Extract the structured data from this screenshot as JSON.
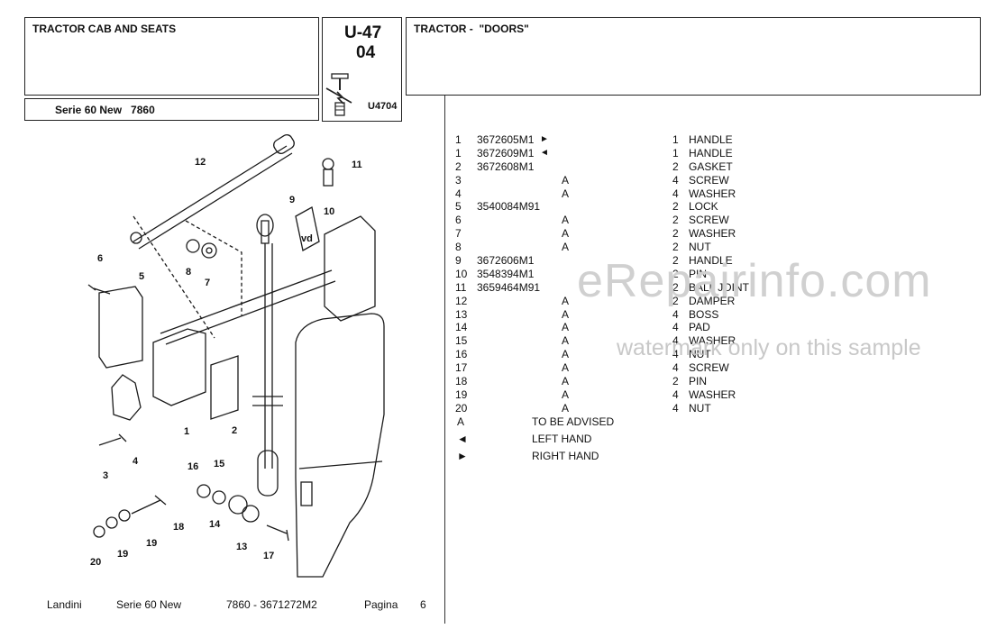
{
  "header": {
    "left_title": "TRACTOR CAB AND SEATS",
    "series": "Serie 60 New   7860",
    "group_code": "U-47",
    "group_sub": "04",
    "image_code": "U4704",
    "right_title": "TRACTOR -  \"DOORS\""
  },
  "parts": [
    {
      "no": "1",
      "ref": "3672605M1",
      "mark": "►",
      "a": "",
      "qty": "1",
      "desc": "HANDLE"
    },
    {
      "no": "1",
      "ref": "3672609M1",
      "mark": "◄",
      "a": "",
      "qty": "1",
      "desc": "HANDLE"
    },
    {
      "no": "2",
      "ref": "3672608M1",
      "mark": "",
      "a": "",
      "qty": "2",
      "desc": "GASKET"
    },
    {
      "no": "3",
      "ref": "",
      "mark": "",
      "a": "A",
      "qty": "4",
      "desc": "SCREW"
    },
    {
      "no": "4",
      "ref": "",
      "mark": "",
      "a": "A",
      "qty": "4",
      "desc": "WASHER"
    },
    {
      "no": "5",
      "ref": "3540084M91",
      "mark": "",
      "a": "",
      "qty": "2",
      "desc": "LOCK"
    },
    {
      "no": "6",
      "ref": "",
      "mark": "",
      "a": "A",
      "qty": "2",
      "desc": "SCREW"
    },
    {
      "no": "7",
      "ref": "",
      "mark": "",
      "a": "A",
      "qty": "2",
      "desc": "WASHER"
    },
    {
      "no": "8",
      "ref": "",
      "mark": "",
      "a": "A",
      "qty": "2",
      "desc": "NUT"
    },
    {
      "no": "9",
      "ref": "3672606M1",
      "mark": "",
      "a": "",
      "qty": "2",
      "desc": "HANDLE"
    },
    {
      "no": "10",
      "ref": "3548394M1",
      "mark": "",
      "a": "",
      "qty": "2",
      "desc": "PIN"
    },
    {
      "no": "11",
      "ref": "3659464M91",
      "mark": "",
      "a": "",
      "qty": "2",
      "desc": "BALL JOINT"
    },
    {
      "no": "12",
      "ref": "",
      "mark": "",
      "a": "A",
      "qty": "2",
      "desc": "DAMPER"
    },
    {
      "no": "13",
      "ref": "",
      "mark": "",
      "a": "A",
      "qty": "4",
      "desc": "BOSS"
    },
    {
      "no": "14",
      "ref": "",
      "mark": "",
      "a": "A",
      "qty": "4",
      "desc": "PAD"
    },
    {
      "no": "15",
      "ref": "",
      "mark": "",
      "a": "A",
      "qty": "4",
      "desc": "WASHER"
    },
    {
      "no": "16",
      "ref": "",
      "mark": "",
      "a": "A",
      "qty": "4",
      "desc": "NUT"
    },
    {
      "no": "17",
      "ref": "",
      "mark": "",
      "a": "A",
      "qty": "4",
      "desc": "SCREW"
    },
    {
      "no": "18",
      "ref": "",
      "mark": "",
      "a": "A",
      "qty": "2",
      "desc": "PIN"
    },
    {
      "no": "19",
      "ref": "",
      "mark": "",
      "a": "A",
      "qty": "4",
      "desc": "WASHER"
    },
    {
      "no": "20",
      "ref": "",
      "mark": "",
      "a": "A",
      "qty": "4",
      "desc": "NUT"
    }
  ],
  "legend": [
    {
      "sym": "A",
      "text": "TO BE ADVISED"
    },
    {
      "sym": "◄",
      "text": "LEFT HAND"
    },
    {
      "sym": "►",
      "text": "RIGHT HAND"
    }
  ],
  "diagram": {
    "callouts": [
      "1",
      "2",
      "3",
      "4",
      "5",
      "6",
      "7",
      "8",
      "9",
      "10",
      "11",
      "12",
      "13",
      "14",
      "15",
      "16",
      "17",
      "18",
      "19",
      "20"
    ],
    "stamp": "vd"
  },
  "footer": {
    "brand": "Landini",
    "series": "Serie 60 New",
    "code": "7860 - 3671272M2",
    "page_label": "Pagina",
    "page_no": "6"
  },
  "watermark": {
    "site": "eRepairinfo.com",
    "note": "watermark only on this sample"
  }
}
